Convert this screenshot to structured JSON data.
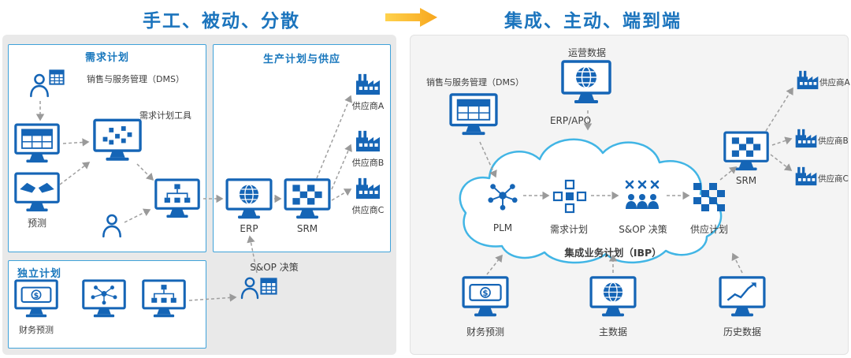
{
  "header": {
    "left_title": "手工、被动、分散",
    "right_title": "集成、主动、端到端"
  },
  "left_panel": {
    "demand_box": {
      "title": "需求计划",
      "dms_label": "销售与服务管理（DMS）",
      "tool_label": "需求计划工具",
      "forecast_label": "预测"
    },
    "production_box": {
      "title": "生产计划与供应",
      "erp_label": "ERP",
      "srm_label": "SRM",
      "suppliers": [
        "供应商A",
        "供应商B",
        "供应商C"
      ]
    },
    "sop_label": "S&OP 决策",
    "independent_box": {
      "title": "独立计划",
      "finance_label": "财务预测"
    }
  },
  "right_panel": {
    "ops_label": "运营数据",
    "dms_label": "销售与服务管理（DMS）",
    "erp_apo_label": "ERP/APO",
    "cloud": {
      "plm_label": "PLM",
      "demand_label": "需求计划",
      "sop_label": "S&OP 决策",
      "supply_label": "供应计划",
      "ibp_label": "集成业务计划（IBP）"
    },
    "srm_label": "SRM",
    "suppliers": [
      "供应商A",
      "供应商B",
      "供应商C"
    ],
    "finance_label": "财务预测",
    "master_label": "主数据",
    "history_label": "历史数据"
  },
  "icons": {
    "monitor": "desktop-monitor",
    "person": "user-outline",
    "factory": "factory-building",
    "globe": "globe",
    "network": "network-nodes",
    "handshake": "handshake",
    "spreadsheet": "spreadsheet-grid",
    "checkerboard": "checker-grid",
    "money": "banknote-dollar",
    "line_chart": "line-chart",
    "org_chart": "org-hierarchy",
    "cloud": "cloud-outline",
    "transform_arrow": "right-arrow"
  },
  "colors": {
    "primary_blue": "#1565b6",
    "title_blue": "#1b74bd",
    "arrow_orange": "#f7a61d",
    "cloud_stroke": "#41b5e5",
    "panel_gray": "#e9e9e9"
  }
}
